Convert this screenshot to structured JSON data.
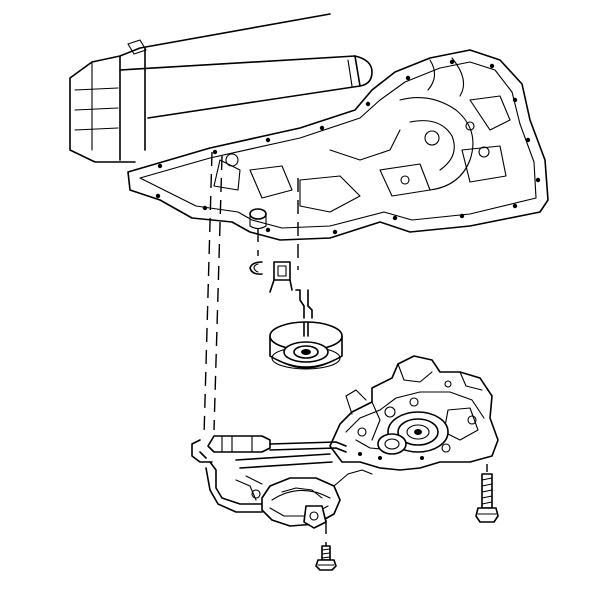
{
  "figure": {
    "kind": "exploded-assembly-line-drawing",
    "colors": {
      "ink": "#000000",
      "paper": "#ffffff"
    },
    "parts": [
      "transaxle-case",
      "oil-pan-flange",
      "seal-ring",
      "manual-shaft-pin",
      "detent-spring-clip",
      "accumulator-piston",
      "valve-body",
      "oil-pump",
      "pump-screen",
      "pipe-assembly",
      "long-bolt",
      "short-bolt",
      "dashed-alignment-lines"
    ]
  }
}
